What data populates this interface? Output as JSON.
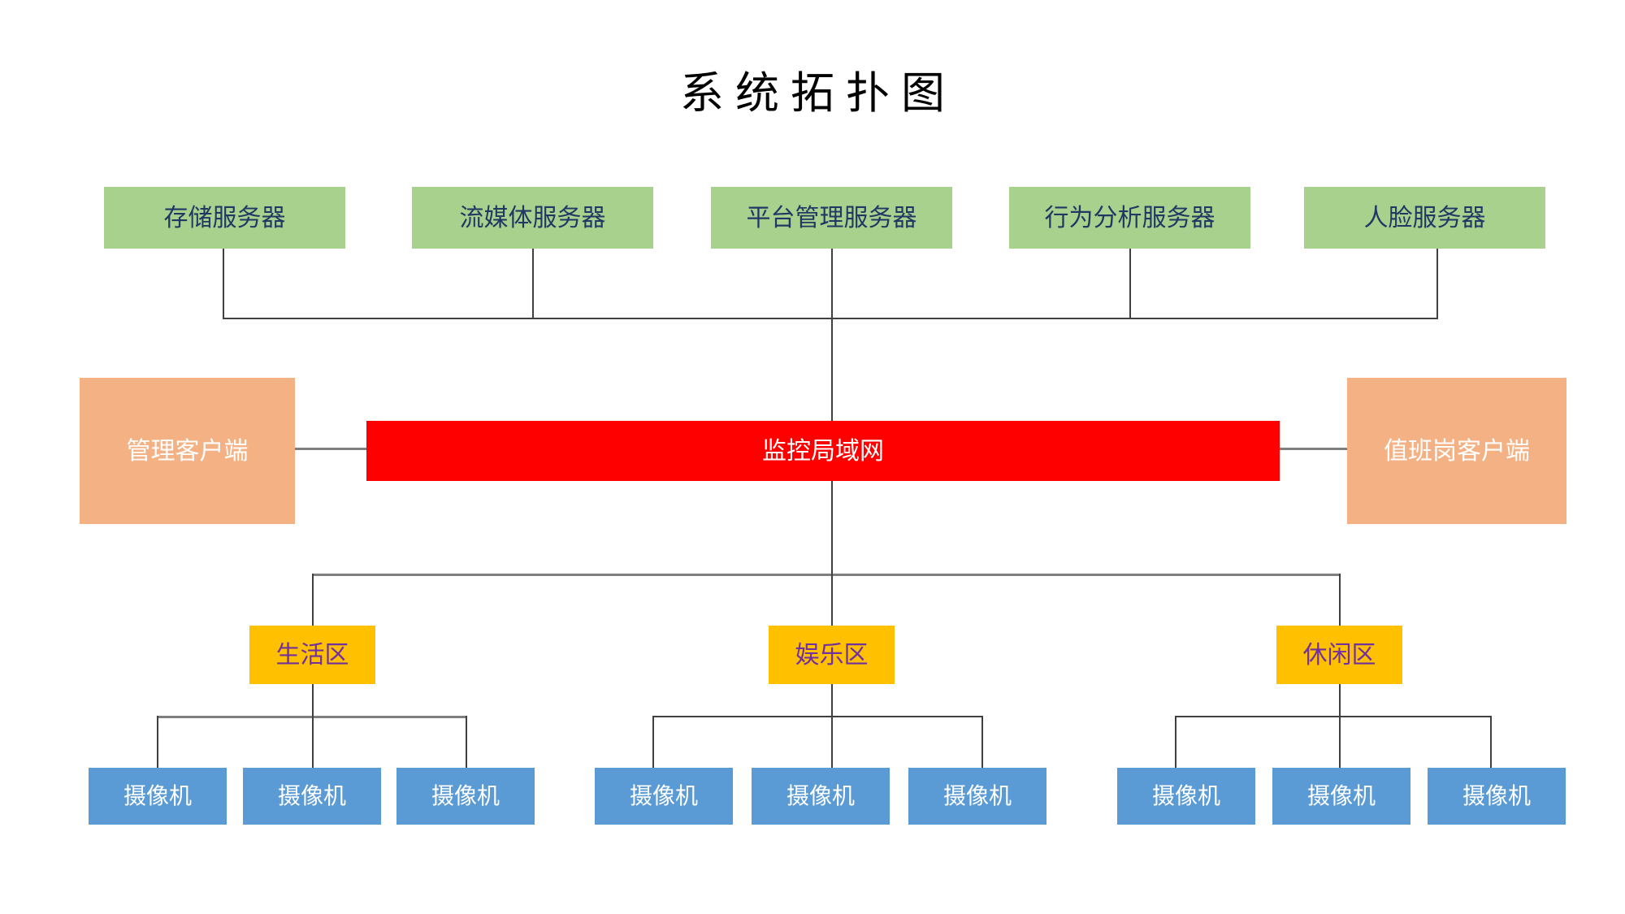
{
  "diagram": {
    "title": "系统拓扑图",
    "colors": {
      "server_fill": "#a9d18e",
      "server_text": "#1f3864",
      "lan_fill": "#ff0000",
      "lan_text": "#ffffff",
      "client_fill": "#f4b183",
      "client_text": "#ffffff",
      "zone_fill": "#ffc000",
      "zone_text": "#7030a0",
      "camera_fill": "#5b9bd5",
      "camera_text": "#ffffff",
      "connector": "#7f7f7f",
      "background": "#ffffff"
    },
    "servers": [
      {
        "label": "存储服务器"
      },
      {
        "label": "流媒体服务器"
      },
      {
        "label": "平台管理服务器"
      },
      {
        "label": "行为分析服务器"
      },
      {
        "label": "人脸服务器"
      }
    ],
    "network": {
      "label": "监控局域网"
    },
    "clients": [
      {
        "label": "管理客户端"
      },
      {
        "label": "值班岗客户端"
      }
    ],
    "zones": [
      {
        "label": "生活区",
        "cameras": [
          {
            "label": "摄像机"
          },
          {
            "label": "摄像机"
          },
          {
            "label": "摄像机"
          }
        ]
      },
      {
        "label": "娱乐区",
        "cameras": [
          {
            "label": "摄像机"
          },
          {
            "label": "摄像机"
          },
          {
            "label": "摄像机"
          }
        ]
      },
      {
        "label": "休闲区",
        "cameras": [
          {
            "label": "摄像机"
          },
          {
            "label": "摄像机"
          },
          {
            "label": "摄像机"
          }
        ]
      }
    ]
  }
}
